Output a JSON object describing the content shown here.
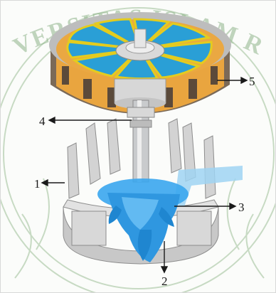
{
  "watermark": {
    "text": "UNIVERSITAS ISLAM RIAU"
  },
  "callouts": {
    "c1": "1",
    "c2": "2",
    "c3": "3",
    "c4": "4",
    "c5": "5"
  },
  "colors": {
    "generator_shell": "#e9a53f",
    "generator_segments": "#2a9fd6",
    "spokes": "#e4cc1e",
    "runner": "#3aa6ee",
    "steel": "#c9cbcd",
    "watermark": "#8fb48a"
  }
}
